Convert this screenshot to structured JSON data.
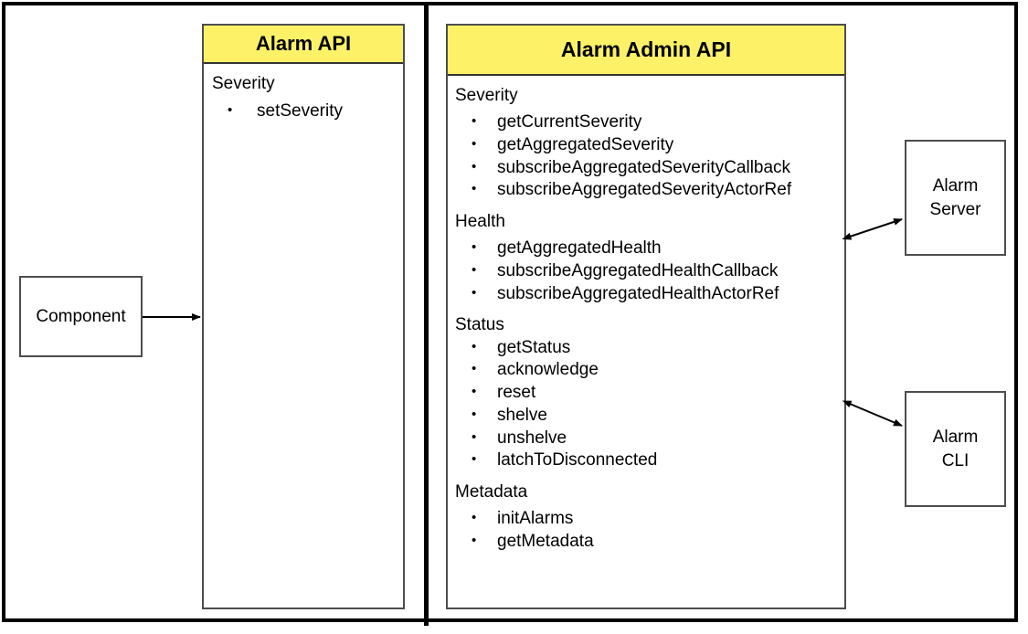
{
  "diagram": {
    "title_hidden": "",
    "colors": {
      "header_yellow": "#FDF267",
      "box_border": "#4D4D4D",
      "frame_black": "#000000",
      "text": "#000000"
    },
    "left_panel": {
      "component_box": {
        "label": "Component"
      },
      "alarm_api": {
        "header": "Alarm API",
        "sections": [
          {
            "key": "severity",
            "title": "Severity",
            "items": [
              "setSeverity"
            ]
          }
        ]
      }
    },
    "right_panel": {
      "alarm_admin_api": {
        "header": "Alarm Admin API",
        "sections": [
          {
            "key": "severity",
            "title": "Severity",
            "items": [
              "getCurrentSeverity",
              "getAggregatedSeverity",
              "subscribeAggregatedSeverityCallback",
              "subscribeAggregatedSeverityActorRef"
            ]
          },
          {
            "key": "health",
            "title": "Health",
            "items": [
              "getAggregatedHealth",
              "subscribeAggregatedHealthCallback",
              "subscribeAggregatedHealthActorRef"
            ]
          },
          {
            "key": "status",
            "title": "Status",
            "items": [
              "getStatus",
              "acknowledge",
              "reset",
              "shelve",
              "unshelve",
              "latchToDisconnected"
            ]
          },
          {
            "key": "metadata",
            "title": "Metadata",
            "items": [
              "initAlarms",
              "getMetadata"
            ]
          }
        ]
      },
      "alarm_server_box": {
        "line1": "Alarm",
        "line2": "Server"
      },
      "alarm_cli_box": {
        "line1": "Alarm",
        "line2": "CLI"
      }
    },
    "connectors": [
      {
        "name": "component-to-alarm-api",
        "kind": "single-arrow"
      },
      {
        "name": "admin-api-to-alarm-server",
        "kind": "double-arrow"
      },
      {
        "name": "admin-api-to-alarm-cli",
        "kind": "double-arrow"
      }
    ]
  }
}
